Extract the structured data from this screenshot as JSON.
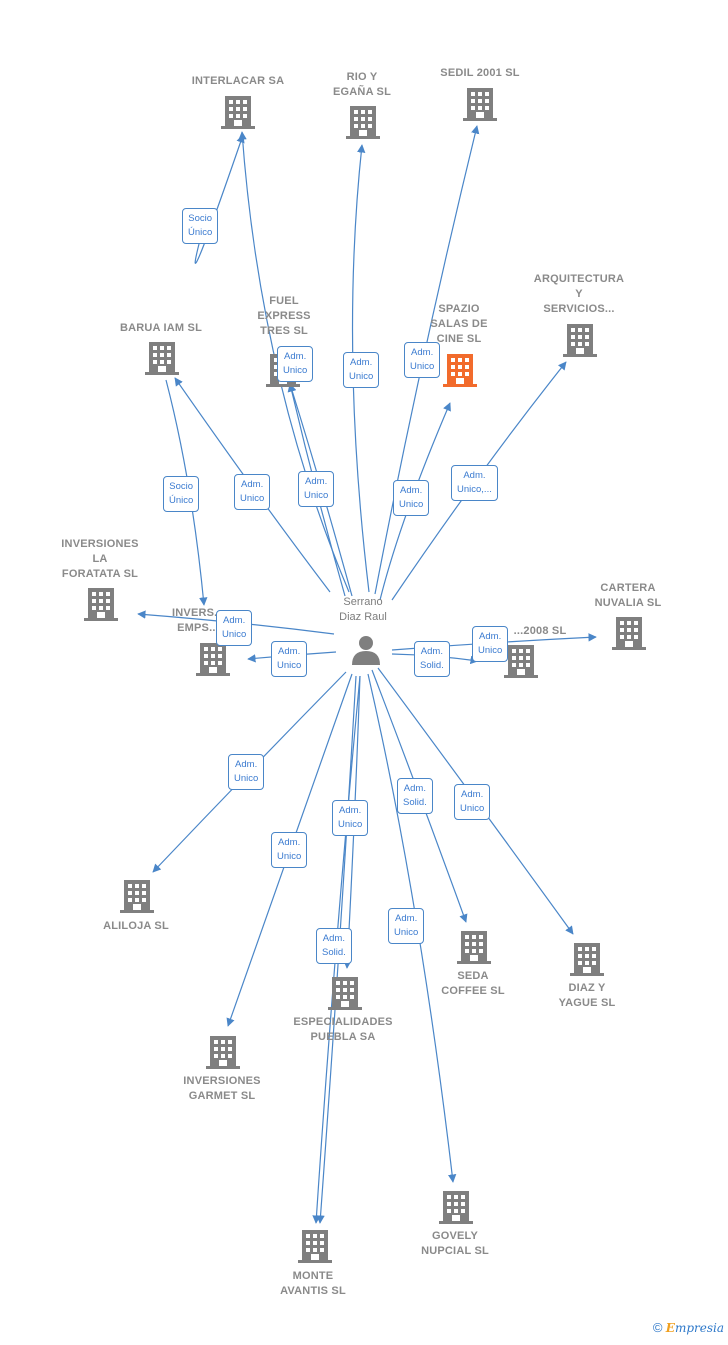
{
  "colors": {
    "edge": "#4a86c8",
    "building": "#7f7f7f",
    "building_main": "#f26b2c",
    "person": "#7f7f7f"
  },
  "center": {
    "label": "Serrano\nDiaz Raul",
    "icon": "person-icon"
  },
  "companies": [
    {
      "id": "interlacar",
      "label": "INTERLACAR SA",
      "icon": "building-icon"
    },
    {
      "id": "rio",
      "label": "RIO Y\nEGAÑA SL",
      "icon": "building-icon"
    },
    {
      "id": "sedil",
      "label": "SEDIL 2001 SL",
      "icon": "building-icon"
    },
    {
      "id": "arquitectura",
      "label": "ARQUITECTURA\nY\nSERVICIOS...",
      "icon": "building-icon"
    },
    {
      "id": "spazio",
      "label": "SPAZIO\nSALAS DE\nCINE  SL",
      "icon": "building-icon",
      "main": true
    },
    {
      "id": "fuel",
      "label": "FUEL\nEXPRESS\nTRES SL",
      "icon": "building-icon"
    },
    {
      "id": "barua",
      "label": "BARUA IAM SL",
      "icon": "building-icon"
    },
    {
      "id": "foratata",
      "label": "INVERSIONES\nLA\nFORATATA SL",
      "icon": "building-icon"
    },
    {
      "id": "inversemps",
      "label": "INVERS...\nEMPS...",
      "icon": "building-icon"
    },
    {
      "id": "cartera",
      "label": "CARTERA\nNUVALIA SL",
      "icon": "building-icon"
    },
    {
      "id": "c2008",
      "label": "...2008 SL",
      "icon": "building-icon"
    },
    {
      "id": "aliloja",
      "label": "ALILOJA SL",
      "icon": "building-icon"
    },
    {
      "id": "garmet",
      "label": "INVERSIONES\nGARMET  SL",
      "icon": "building-icon"
    },
    {
      "id": "especialidades",
      "label": "ESPECIALIDADES\nPUEBLA SA",
      "icon": "building-icon"
    },
    {
      "id": "seda",
      "label": "SEDA\nCOFFEE SL",
      "icon": "building-icon"
    },
    {
      "id": "diaz",
      "label": "DIAZ Y\nYAGUE  SL",
      "icon": "building-icon"
    },
    {
      "id": "gevely",
      "label": "GOVELY\nNUPCIAL  SL",
      "icon": "building-icon"
    },
    {
      "id": "monte",
      "label": "MONTE\nAVANTIS SL",
      "icon": "building-icon"
    }
  ],
  "edges": [
    {
      "from": "barua",
      "to": "interlacar",
      "label": "Socio\nÚnico"
    },
    {
      "from": "center",
      "to": "interlacar",
      "label": ""
    },
    {
      "from": "center",
      "to": "rio",
      "label": "Adm.\nUnico"
    },
    {
      "from": "center",
      "to": "sedil",
      "label": "Adm.\nUnico"
    },
    {
      "from": "center",
      "to": "fuel",
      "label": "Adm.\nUnico"
    },
    {
      "from": "center",
      "to": "fuel",
      "label": "Adm.\nUnico"
    },
    {
      "from": "center",
      "to": "spazio",
      "label": "Adm.\nUnico"
    },
    {
      "from": "center",
      "to": "arquitectura",
      "label": "Adm.\nUnico,..."
    },
    {
      "from": "center",
      "to": "barua",
      "label": "Adm.\nUnico"
    },
    {
      "from": "barua",
      "to": "inversemps",
      "label": "Socio\nÚnico"
    },
    {
      "from": "center",
      "to": "foratata",
      "label": "Adm.\nUnico"
    },
    {
      "from": "center",
      "to": "inversemps",
      "label": "Adm.\nUnico"
    },
    {
      "from": "center",
      "to": "c2008",
      "label": "Adm.\nSolid."
    },
    {
      "from": "center",
      "to": "cartera",
      "label": "Adm.\nUnico"
    },
    {
      "from": "center",
      "to": "aliloja",
      "label": "Adm.\nUnico"
    },
    {
      "from": "center",
      "to": "garmet",
      "label": "Adm.\nUnico"
    },
    {
      "from": "center",
      "to": "especialidades",
      "label": "Adm.\nUnico"
    },
    {
      "from": "center",
      "to": "especialidades",
      "label": "Adm.\nSolid."
    },
    {
      "from": "center",
      "to": "seda",
      "label": "Adm.\nSolid."
    },
    {
      "from": "center",
      "to": "diaz",
      "label": "Adm.\nUnico"
    },
    {
      "from": "center",
      "to": "gevely",
      "label": "Adm.\nUnico"
    },
    {
      "from": "center",
      "to": "monte",
      "label": ""
    }
  ],
  "footer": {
    "copyright": "©",
    "brand_initial": "E",
    "brand_rest": "mpresia"
  }
}
